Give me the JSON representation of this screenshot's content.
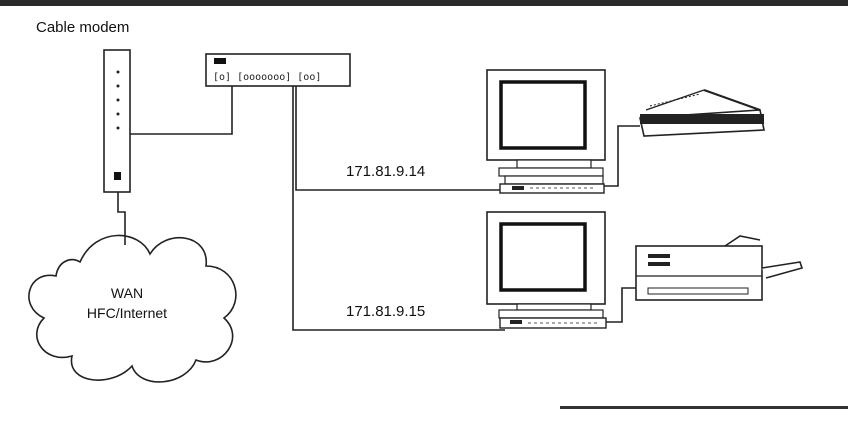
{
  "diagram": {
    "cable_modem_label": "Cable modem",
    "wan_label_line1": "WAN",
    "wan_label_line2": "HFC/Internet",
    "pc1_ip": "171.81.9.14",
    "pc2_ip": "171.81.9.15"
  }
}
